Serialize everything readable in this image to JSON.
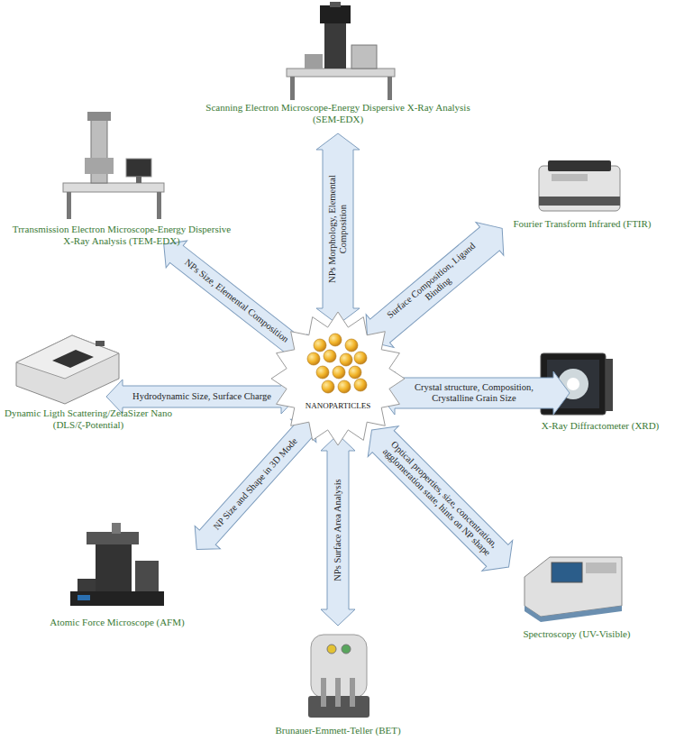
{
  "diagram": {
    "nodes": [
      {
        "text": [
          "NPs Morphology, Elemental Composition"
        ]
      },
      {
        "text": [
          "NPs Size, Elemental Composition"
        ]
      },
      {
        "text": [
          "Surface Composition, Ligand Binding"
        ]
      },
      {
        "text": [
          "Hydrodynamic Size, Surface Charge"
        ]
      },
      {
        "text": [
          "NANOPARTICLES"
        ]
      },
      {
        "text": [
          "Crystal structure, Composition, Crystalline Grain Size"
        ]
      },
      {
        "text": [
          "NP Size and Shape in 3D Mode"
        ]
      },
      {
        "text": [
          "NPs Surface Area Analysis"
        ]
      },
      {
        "text": [
          "Optical properties, size, concentration, agglomeration state, hints on NP shape"
        ]
      }
    ],
    "labels": [
      "Scanning Electron Microscope-Energy Dispersive X-Ray Analysis (SEM-EDX)",
      "Trransmission Electron Microscope-Energy Dispersive X-Ray Analysis (TEM-EDX)",
      "Fourier Transform Infrared (FTIR)",
      "Dynamic Ligth Scattering/ZetaSizer Nano (DLS/ζ-Potential)",
      "X-Ray Diffractometer (XRD)",
      "Atomic Force Microscope (AFM)",
      "Spectroscopy (UV-Visible)",
      "Brunauer-Emmett-Teller (BET)"
    ]
  }
}
